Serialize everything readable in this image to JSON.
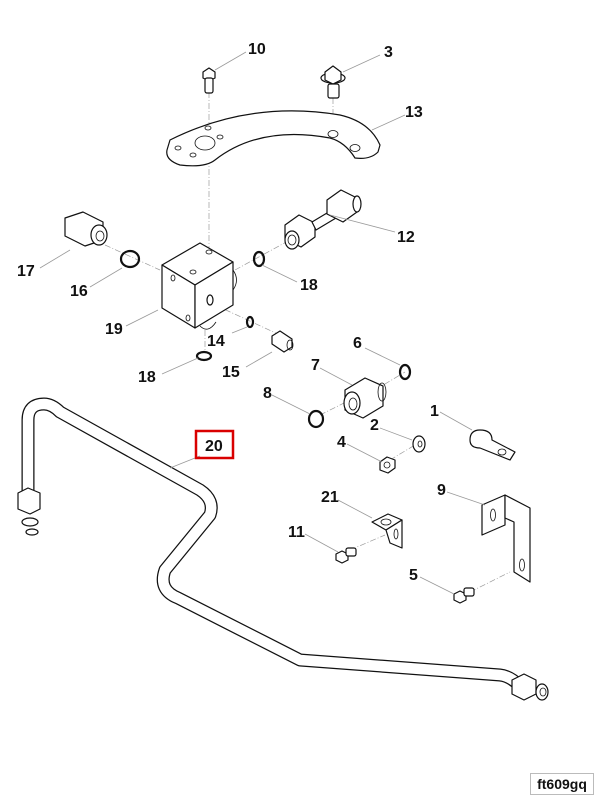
{
  "diagram": {
    "type": "exploded-parts-diagram",
    "figure_reference": "ft609gq",
    "highlighted_callout": "20",
    "highlight_color": "#d90000",
    "callouts": [
      {
        "id": "c1",
        "label": "1",
        "part": "p-clip"
      },
      {
        "id": "c2",
        "label": "2",
        "part": "washer"
      },
      {
        "id": "c3",
        "label": "3",
        "part": "flange-bolt-large"
      },
      {
        "id": "c4",
        "label": "4",
        "part": "flange-nut"
      },
      {
        "id": "c5",
        "label": "5",
        "part": "flange-bolt"
      },
      {
        "id": "c6",
        "label": "6",
        "part": "o-ring"
      },
      {
        "id": "c7",
        "label": "7",
        "part": "bulkhead-fitting"
      },
      {
        "id": "c8",
        "label": "8",
        "part": "o-ring"
      },
      {
        "id": "c9",
        "label": "9",
        "part": "bracket"
      },
      {
        "id": "c10",
        "label": "10",
        "part": "flange-bolt-small"
      },
      {
        "id": "c11",
        "label": "11",
        "part": "flange-bolt"
      },
      {
        "id": "c12",
        "label": "12",
        "part": "tube-fitting"
      },
      {
        "id": "c13",
        "label": "13",
        "part": "mounting-plate"
      },
      {
        "id": "c14",
        "label": "14",
        "part": "o-ring"
      },
      {
        "id": "c15",
        "label": "15",
        "part": "test-port-fitting"
      },
      {
        "id": "c16",
        "label": "16",
        "part": "o-ring"
      },
      {
        "id": "c17",
        "label": "17",
        "part": "straight-fitting"
      },
      {
        "id": "c18a",
        "label": "18",
        "part": "o-ring"
      },
      {
        "id": "c18b",
        "label": "18",
        "part": "o-ring"
      },
      {
        "id": "c19",
        "label": "19",
        "part": "manifold-block"
      },
      {
        "id": "c20",
        "label": "20",
        "part": "hydraulic-tube"
      },
      {
        "id": "c21",
        "label": "21",
        "part": "angle-bracket"
      }
    ]
  }
}
